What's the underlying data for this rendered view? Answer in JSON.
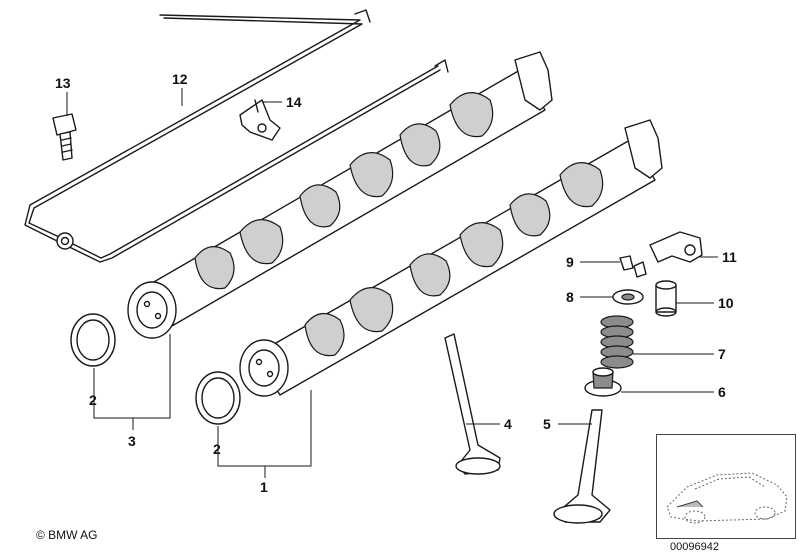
{
  "callouts": {
    "c1": "1",
    "c2a": "2",
    "c2b": "2",
    "c3": "3",
    "c4": "4",
    "c5": "5",
    "c6": "6",
    "c7": "7",
    "c8": "8",
    "c9": "9",
    "c10": "10",
    "c11": "11",
    "c12": "12",
    "c13": "13",
    "c14": "14"
  },
  "footer": {
    "copyright": "© BMW AG",
    "doc_id": "00096942"
  },
  "colors": {
    "line": "#1a1a1a",
    "shade": "#cfcfcf"
  }
}
